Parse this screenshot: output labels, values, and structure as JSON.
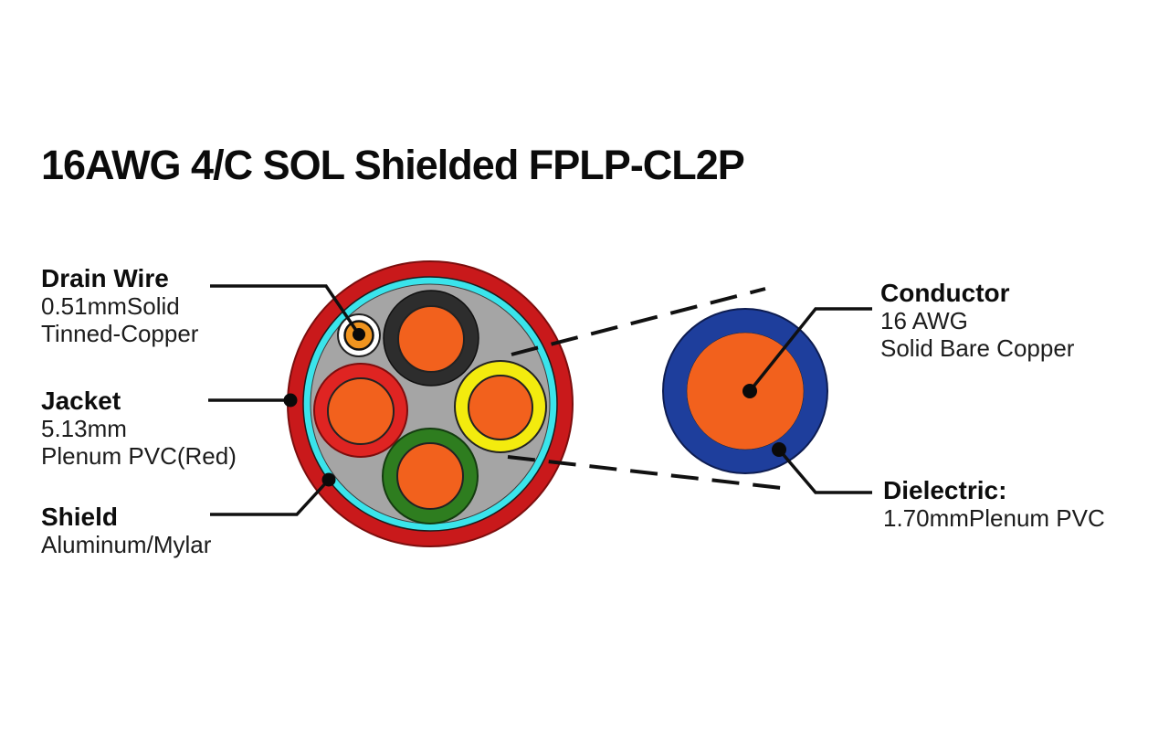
{
  "title": "16AWG 4/C SOL Shielded FPLP-CL2P",
  "callouts": {
    "drain_wire": {
      "heading": "Drain Wire",
      "lines": [
        "0.51mmSolid",
        "Tinned-Copper"
      ]
    },
    "jacket": {
      "heading": "Jacket",
      "lines": [
        "5.13mm",
        "Plenum PVC(Red)"
      ]
    },
    "shield": {
      "heading": "Shield",
      "lines": [
        "Aluminum/Mylar"
      ]
    },
    "conductor": {
      "heading": "Conductor",
      "lines": [
        "16 AWG",
        "Solid Bare Copper"
      ]
    },
    "dielectric": {
      "heading": "Dielectric:",
      "lines": [
        "1.70mmPlenum PVC"
      ]
    }
  },
  "colors": {
    "jacket_red": "#C9191B",
    "shield_cyan": "#3AE4EB",
    "filler_gray": "#A5A5A5",
    "conductor_orange": "#F2611D",
    "drain_orange": "#F0941F",
    "drain_white": "#FFFFFF",
    "insulation_black": "#2D2D2D",
    "insulation_yellow": "#F3EB0E",
    "insulation_red": "#DF2422",
    "insulation_green": "#2E7D1F",
    "dielectric_blue": "#1E3E9C",
    "leader_black": "#101010"
  }
}
